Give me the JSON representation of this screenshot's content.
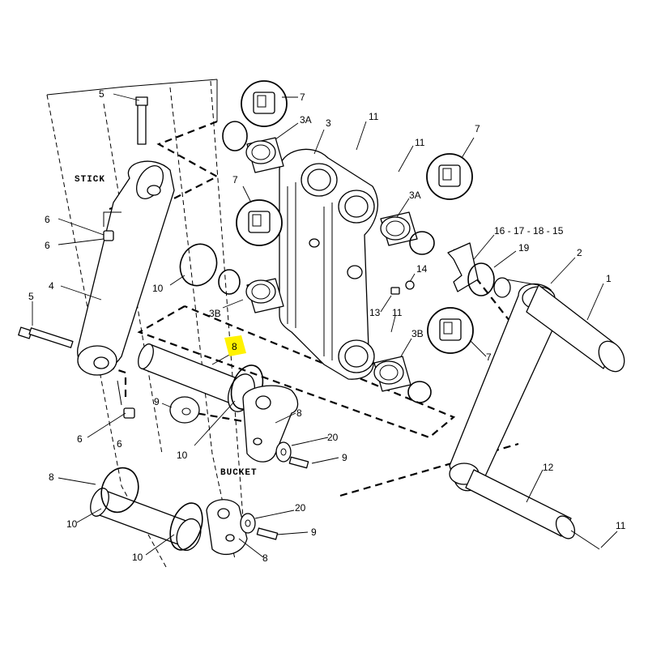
{
  "diagram": {
    "labels": {
      "stick": "STICK",
      "bucket": "BUCKET"
    },
    "callouts": [
      {
        "id": "c5a",
        "text": "5"
      },
      {
        "id": "c7a",
        "text": "7"
      },
      {
        "id": "c3A_top",
        "text": "3A"
      },
      {
        "id": "c3",
        "text": "3"
      },
      {
        "id": "c11a",
        "text": "11"
      },
      {
        "id": "c11b",
        "text": "11"
      },
      {
        "id": "c7b",
        "text": "7"
      },
      {
        "id": "c7c",
        "text": "7"
      },
      {
        "id": "c3A_right",
        "text": "3A"
      },
      {
        "id": "c6a",
        "text": "6"
      },
      {
        "id": "c6b",
        "text": "6"
      },
      {
        "id": "c16",
        "text": "16 - 17 - 18 - 15"
      },
      {
        "id": "c19",
        "text": "19"
      },
      {
        "id": "c2",
        "text": "2"
      },
      {
        "id": "c14",
        "text": "14"
      },
      {
        "id": "c10a",
        "text": "10"
      },
      {
        "id": "c1",
        "text": "1"
      },
      {
        "id": "c4",
        "text": "4"
      },
      {
        "id": "c13",
        "text": "13"
      },
      {
        "id": "c11c",
        "text": "11"
      },
      {
        "id": "c3B_left",
        "text": "3B"
      },
      {
        "id": "c5b",
        "text": "5"
      },
      {
        "id": "c3B_right",
        "text": "3B"
      },
      {
        "id": "c8_hl",
        "text": "8"
      },
      {
        "id": "c7d",
        "text": "7"
      },
      {
        "id": "c9a",
        "text": "9"
      },
      {
        "id": "c8b",
        "text": "8"
      },
      {
        "id": "c6c",
        "text": "6"
      },
      {
        "id": "c6d",
        "text": "6"
      },
      {
        "id": "c10b",
        "text": "10"
      },
      {
        "id": "c20a",
        "text": "20"
      },
      {
        "id": "c9b",
        "text": "9"
      },
      {
        "id": "c12",
        "text": "12"
      },
      {
        "id": "c8c",
        "text": "8"
      },
      {
        "id": "c10c",
        "text": "10"
      },
      {
        "id": "c20b",
        "text": "20"
      },
      {
        "id": "c9c",
        "text": "9"
      },
      {
        "id": "c11d",
        "text": "11"
      },
      {
        "id": "c10d",
        "text": "10"
      },
      {
        "id": "c8d",
        "text": "8"
      }
    ]
  },
  "colors": {
    "ink": "#000000",
    "paper": "#ffffff",
    "highlight": "#fff200"
  }
}
